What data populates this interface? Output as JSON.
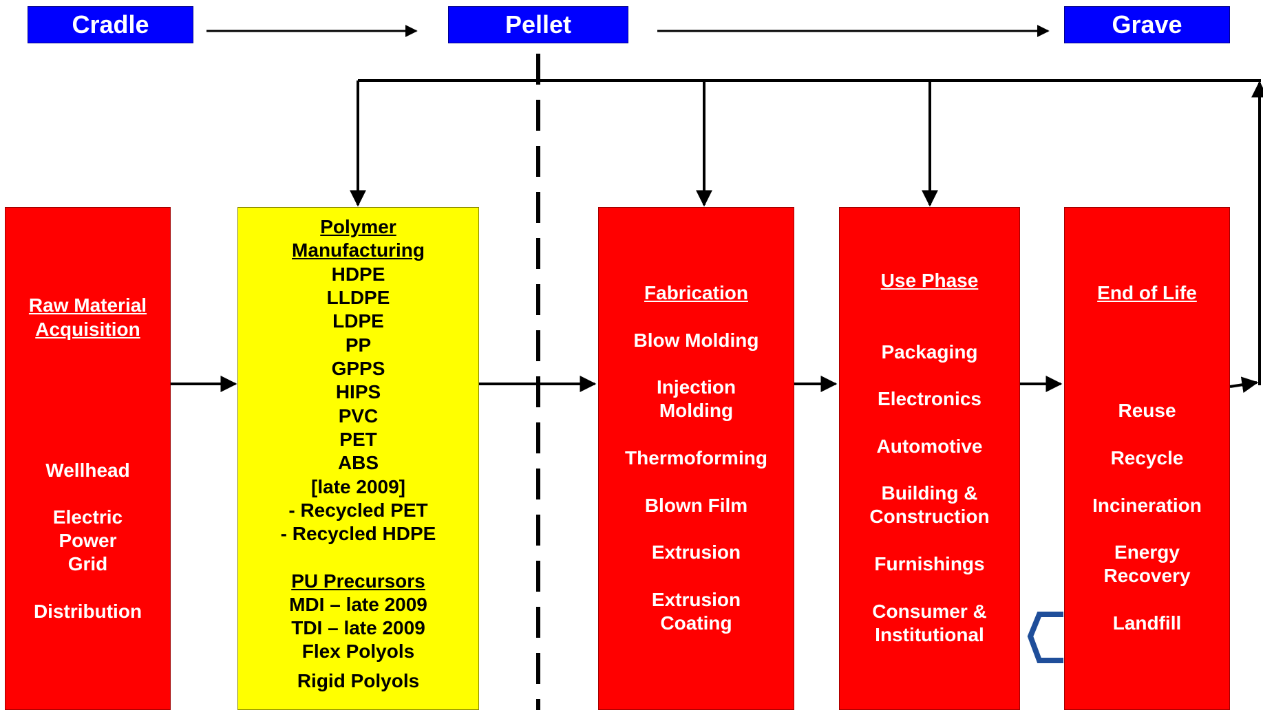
{
  "stages": {
    "cradle": "Cradle",
    "pellet": "Pellet",
    "grave": "Grave"
  },
  "raw": {
    "title": [
      "Raw Material",
      "Acquisition"
    ],
    "items": [
      "Wellhead",
      "Electric",
      "Power",
      "Grid",
      "Distribution"
    ]
  },
  "polymer": {
    "title": [
      "Polymer",
      "Manufacturing"
    ],
    "items": [
      "HDPE",
      "LLDPE",
      "LDPE",
      "PP",
      "GPPS",
      "HIPS",
      "PVC",
      "PET",
      "ABS",
      "[late 2009]",
      "- Recycled PET",
      "- Recycled HDPE"
    ],
    "pu_title": "PU Precursors",
    "pu_items": [
      "MDI – late 2009",
      "TDI – late 2009",
      "Flex Polyols",
      "Rigid Polyols"
    ]
  },
  "fabrication": {
    "title": "Fabrication",
    "items": [
      "Blow Molding",
      "Injection",
      "Molding",
      "Thermoforming",
      "Blown Film",
      "Extrusion",
      "Extrusion",
      "Coating"
    ]
  },
  "use_phase": {
    "title": "Use Phase",
    "items": [
      "Packaging",
      "Electronics",
      "Automotive",
      "Building &",
      "Construction",
      "Furnishings",
      "Consumer &",
      "Institutional"
    ]
  },
  "end_of_life": {
    "title": "End of Life",
    "items": [
      "Reuse",
      "Recycle",
      "Incineration",
      "Energy",
      "Recovery",
      "Landfill"
    ]
  },
  "colors": {
    "header_blue": "#0000ff",
    "stage_red": "#ff0000",
    "polymer_yellow": "#ffff00",
    "line_black": "#000000"
  }
}
